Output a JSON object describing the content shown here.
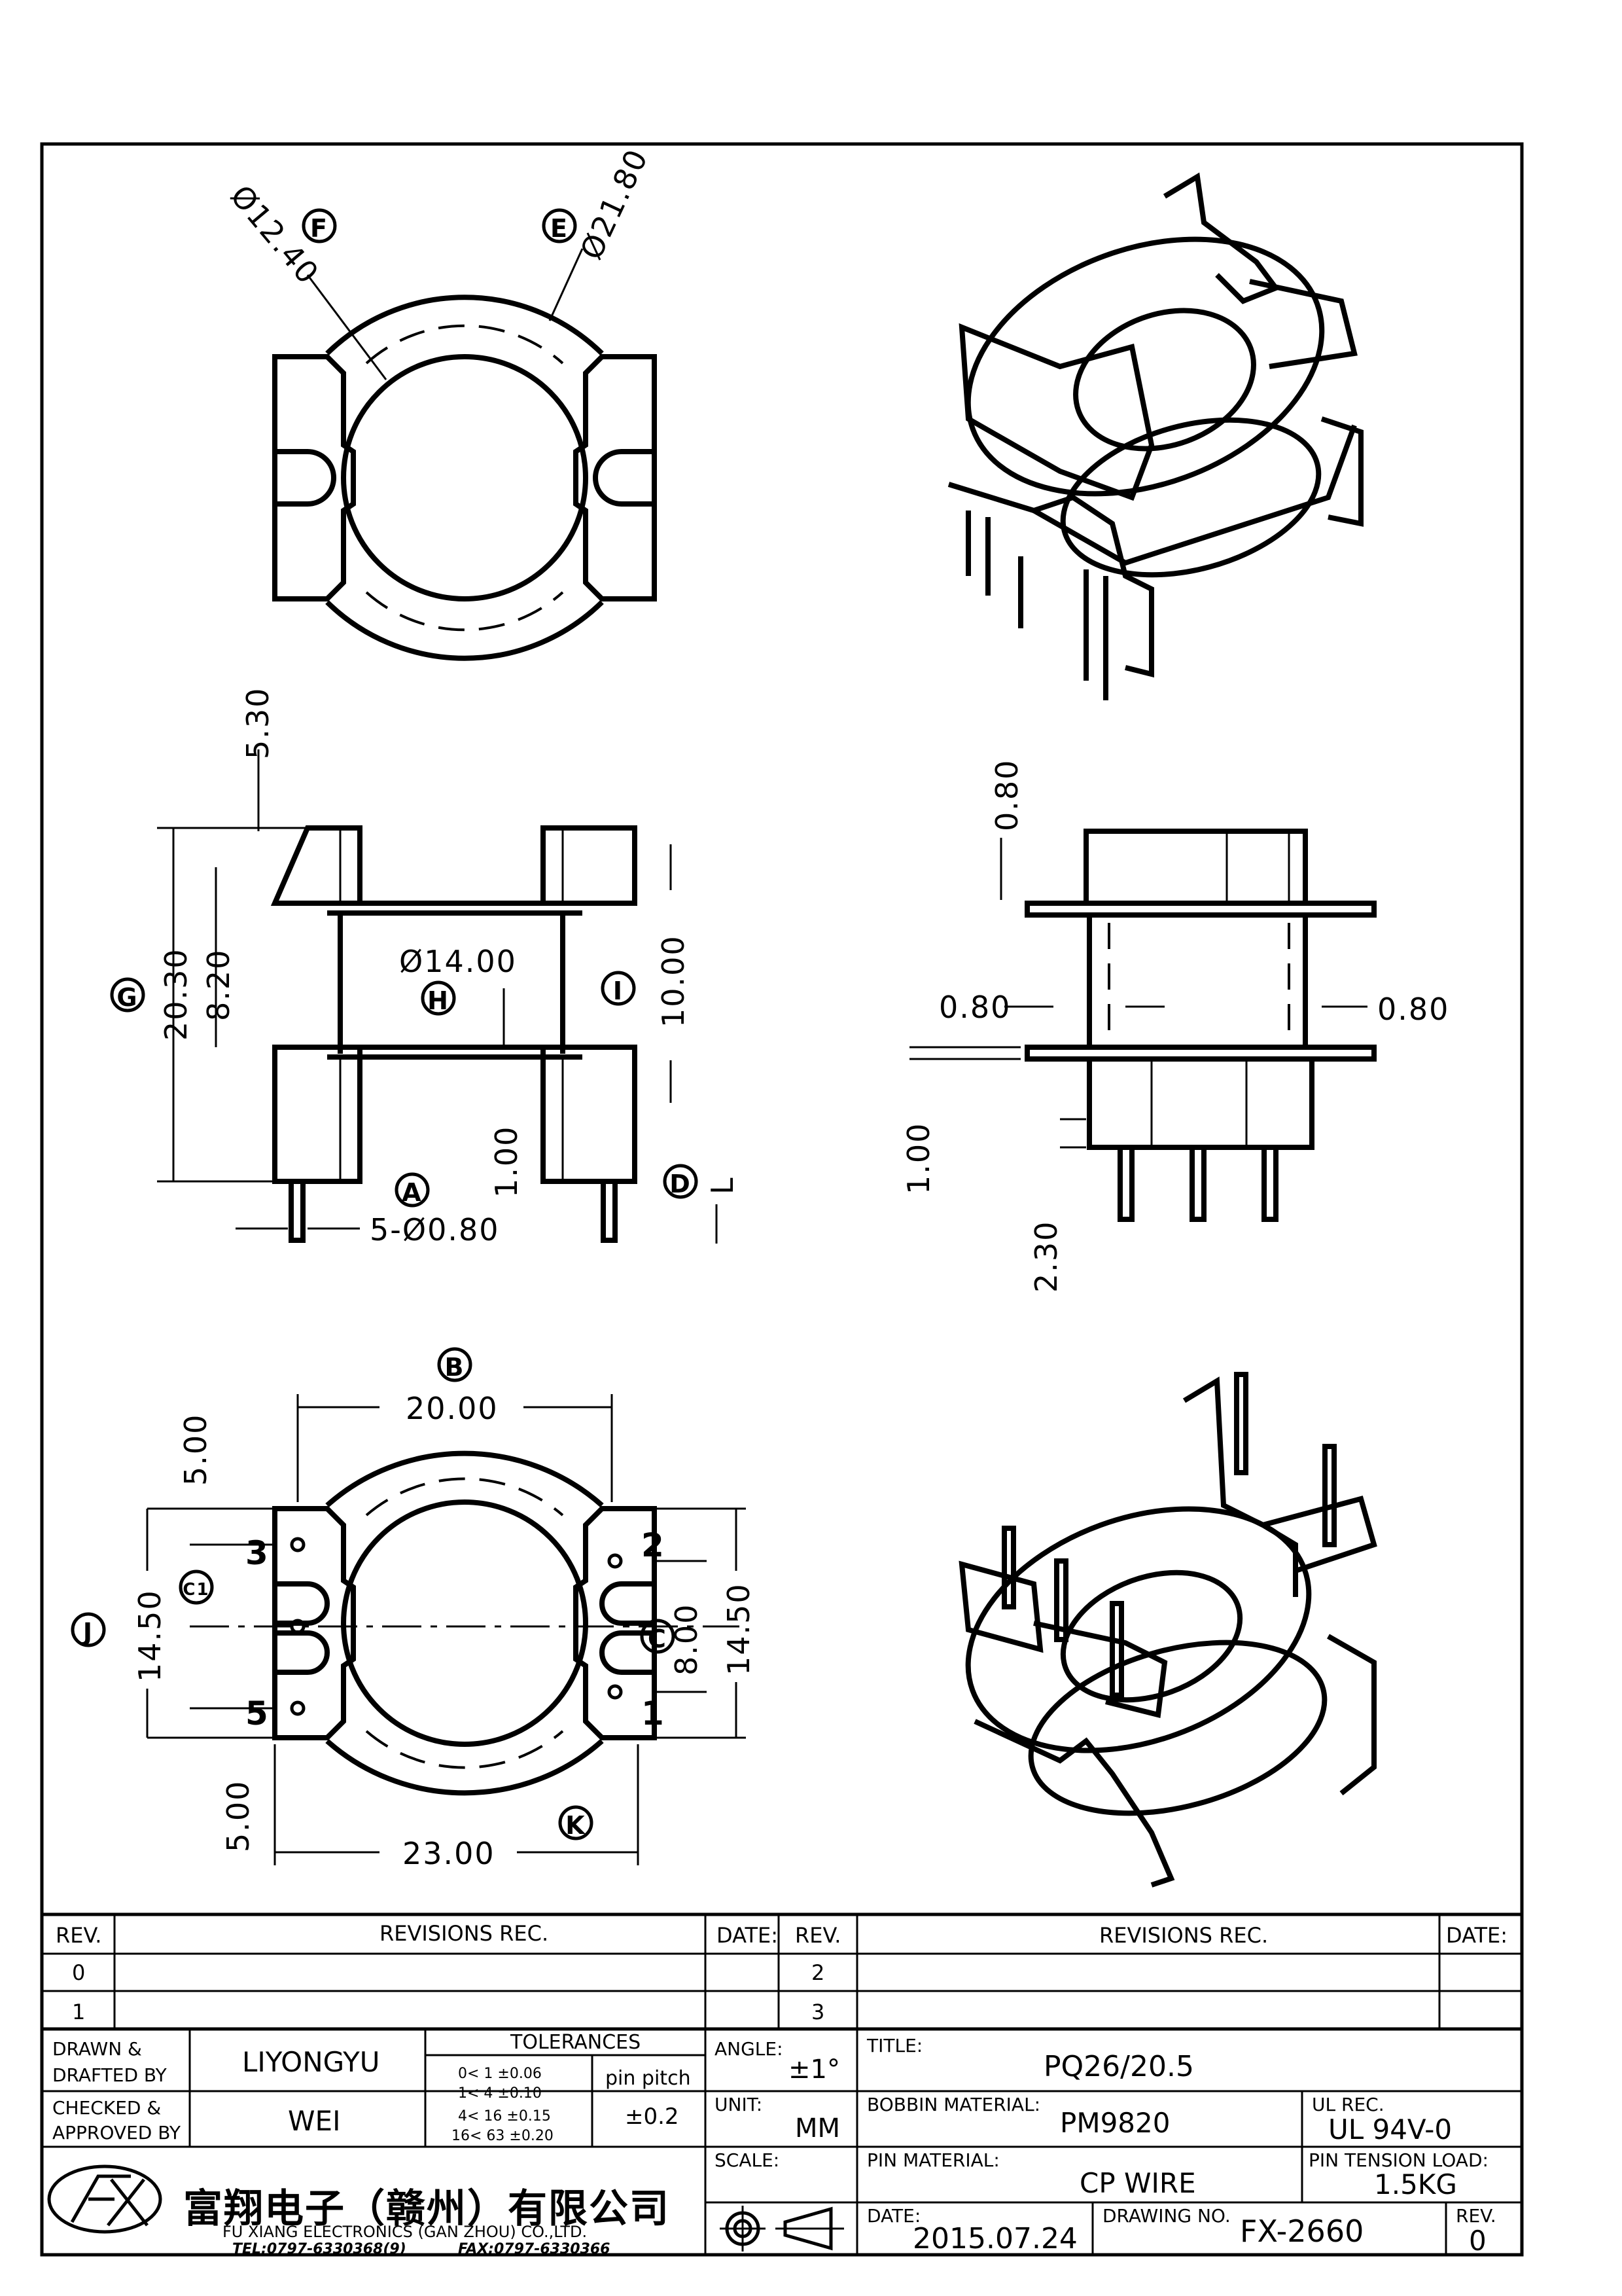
{
  "dimensions": {
    "phi_inner": "Ø12.40",
    "phi_outer": "Ø21.80",
    "height_top": "5.30",
    "total_height": "20.30",
    "h_8_20": "8.20",
    "core_dia": "Ø14.00",
    "core_len": "10.00",
    "pin_offset": "1.00",
    "pins": "5-Ø0.80",
    "flange_t": "0.80",
    "wall_left": "0.80",
    "wall_right": "0.80",
    "base_gap": "1.00",
    "pin_len": "2.30",
    "width_b": "20.00",
    "w_14_50": "14.50",
    "w_14_50_r": "14.50",
    "y_5_top": "5.00",
    "y_5_bot": "5.00",
    "pitch_8": "8.00",
    "width_k": "23.00",
    "L": "L"
  },
  "callouts": {
    "A": "A",
    "B": "B",
    "C": "C",
    "C1": "C1",
    "D": "D",
    "E": "E",
    "F": "F",
    "G": "G",
    "H": "H",
    "I": "I",
    "J": "J",
    "K": "K"
  },
  "pin_numbers": [
    "1",
    "2",
    "3",
    "5"
  ],
  "revisions": {
    "h_rev": "REV.",
    "h_rec": "REVISIONS   REC.",
    "h_date": "DATE:",
    "rows_left": [
      "0",
      "1"
    ],
    "rows_right": [
      "2",
      "3"
    ]
  },
  "title_block": {
    "drawn_label": "DRAWN &\nDRAFTED BY",
    "drawn_by": "LIYONGYU",
    "checked_label": "CHECKED &\nAPPROVED BY",
    "checked_by": "WEI",
    "tolerances_label": "TOLERANCES",
    "tolerances": [
      "0<   1   ±0.06",
      "1<   4   ±0.10",
      "4<   16  ±0.15",
      "16<   63  ±0.20"
    ],
    "pin_pitch_label": "pin pitch",
    "pin_pitch": "±0.2",
    "angle_label": "ANGLE:",
    "angle": "±1°",
    "unit_label": "UNIT:",
    "unit": "MM",
    "scale_label": "SCALE:",
    "title_label": "TITLE:",
    "title": "PQ26/20.5",
    "bobbin_label": "BOBBIN MATERIAL:",
    "bobbin": "PM9820",
    "ul_label": "UL REC.",
    "ul": "UL 94V-0",
    "pin_mat_label": "PIN MATERIAL:",
    "pin_mat": "CP WIRE",
    "tension_label": "PIN TENSION LOAD:",
    "tension": "1.5KG",
    "date_label": "DATE:",
    "date": "2015.07.24",
    "drawing_label": "DRAWING NO.",
    "drawing": "FX-2660",
    "rev_label": "REV.",
    "rev": "0",
    "company_cn": "富翔电子（赣州）有限公司",
    "company_en": "FU XIANG ELECTRONICS (GAN ZHOU) CO.,LTD.",
    "tel": "TEL:0797-6330368(9)",
    "fax": "FAX:0797-6330366"
  }
}
